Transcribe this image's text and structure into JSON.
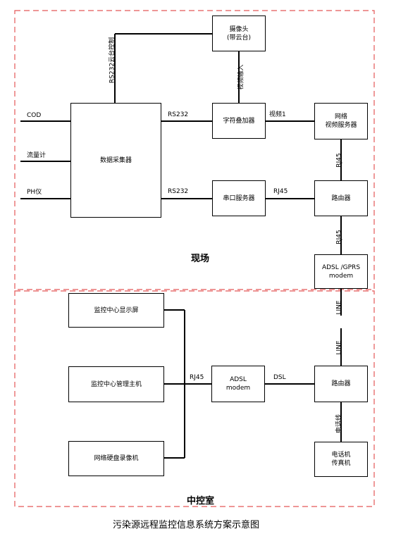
{
  "boxes": {
    "camera": "摄像头\n(带云台)",
    "data_collector": "数据采集器",
    "char_overlay": "字符叠加器",
    "network_video_server": "网络\n视频服务器",
    "serial_server": "串口服务器",
    "router_site": "路由器",
    "adsl_gprs_modem": "ADSL /GPRS\nmodem",
    "monitor_display": "监控中心显示屏",
    "monitor_host": "监控中心管理主机",
    "network_dvr": "网络硬盘录像机",
    "adsl_modem": "ADSL\nmodem",
    "router_center": "路由器",
    "phone_fax": "电话机\n传真机"
  },
  "labels": {
    "rs232_ptz": "RS232云台控制",
    "video_input": "视频输入",
    "rs232_top": "RS232",
    "video1": "视频1",
    "rs232_bottom": "RS232",
    "rj45_serial": "RJ45",
    "rj45_upper": "RJ45",
    "rj45_lower": "RJ45",
    "cod": "COD",
    "flowmeter": "流量计",
    "ph_meter": "PH仪",
    "line_upper": "LINE",
    "line_lower": "LINE",
    "rj45_center": "RJ45",
    "dsl": "DSL",
    "phone_line": "电话线"
  },
  "zones": {
    "site": "现场",
    "control_room": "中控室"
  },
  "caption": "污染源远程监控信息系统方案示意图"
}
